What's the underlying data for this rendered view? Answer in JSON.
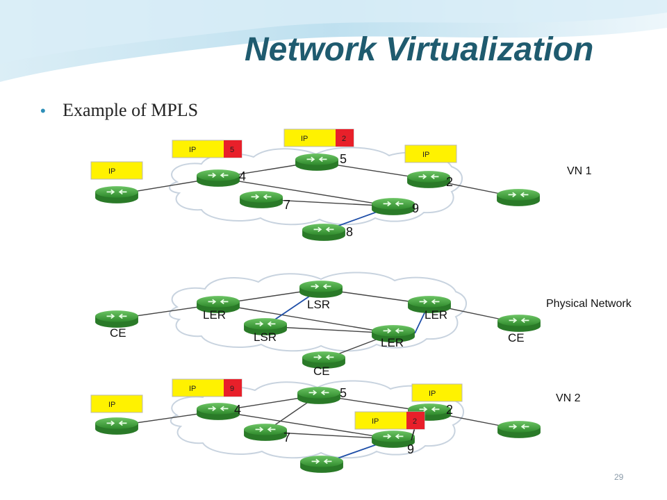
{
  "slide": {
    "title": "Network Virtualization",
    "bullet": "Example of MPLS",
    "page_number": "29"
  },
  "colors": {
    "title": "#1f5b6f",
    "router": "#3f9a3a",
    "ip_tag": "#fff200",
    "label_tag": "#e8202a",
    "cloud_stroke": "#c8d3df",
    "link": "#444444",
    "highlight_link": "#1f4fa8"
  },
  "icons": [
    "router-icon",
    "cloud-icon",
    "bullet-dot-icon"
  ],
  "diagram": {
    "vn1": {
      "name": "VN 1",
      "numbers": [
        "4",
        "5",
        "2",
        "7",
        "9",
        "8"
      ],
      "packets": [
        {
          "ip": "IP",
          "label": ""
        },
        {
          "ip": "IP",
          "label": "5"
        },
        {
          "ip": "IP",
          "label": "2"
        },
        {
          "ip": "IP",
          "label": ""
        }
      ]
    },
    "physical": {
      "name": "Physical Network",
      "roles": [
        "LER",
        "LSR",
        "LER",
        "LSR",
        "LER",
        "CE",
        "CE",
        "CE"
      ]
    },
    "vn2": {
      "name": "VN 2",
      "numbers": [
        "4",
        "5",
        "2",
        "7",
        "9"
      ],
      "packets": [
        {
          "ip": "IP",
          "label": ""
        },
        {
          "ip": "IP",
          "label": "9"
        },
        {
          "ip": "IP",
          "label": ""
        },
        {
          "ip": "IP",
          "label": "2"
        }
      ]
    }
  }
}
